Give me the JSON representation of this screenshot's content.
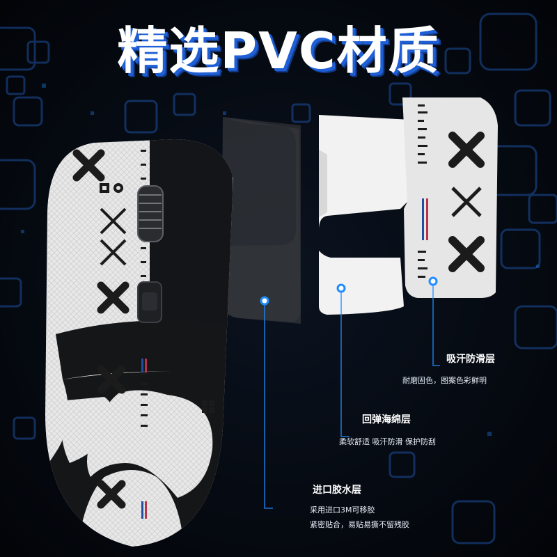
{
  "headline": "精选PVC材质",
  "colors": {
    "background": "#04070d",
    "accent": "#1f8cff",
    "mouse_body": "#151618",
    "grip_tape": "#e9e9e9",
    "pattern": "#1b1b1b"
  },
  "layers": [
    {
      "id": "anti-slip",
      "title": "吸汗防滑层",
      "desc": [
        "耐磨固色，图案色彩鲜明"
      ]
    },
    {
      "id": "sponge",
      "title": "回弹海绵层",
      "desc": [
        "柔软舒适 吸汗防滑 保护防刮"
      ]
    },
    {
      "id": "adhesive",
      "title": "进口胶水层",
      "desc": [
        "采用进口3M可移胶",
        "紧密贴合，易贴易撕不留残胶"
      ]
    }
  ]
}
